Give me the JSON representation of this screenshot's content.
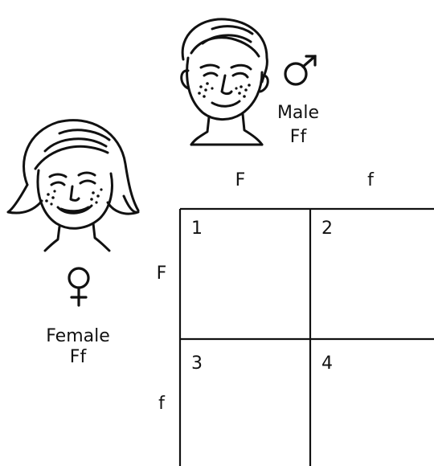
{
  "male": {
    "symbol": "♂",
    "label": "Male",
    "genotype": "Ff"
  },
  "female": {
    "symbol": "♀",
    "label": "Female",
    "genotype": "Ff"
  },
  "punnett": {
    "column_alleles": [
      "F",
      "f"
    ],
    "row_alleles": [
      "F",
      "f"
    ],
    "cells": [
      "1",
      "2",
      "3",
      "4"
    ]
  }
}
